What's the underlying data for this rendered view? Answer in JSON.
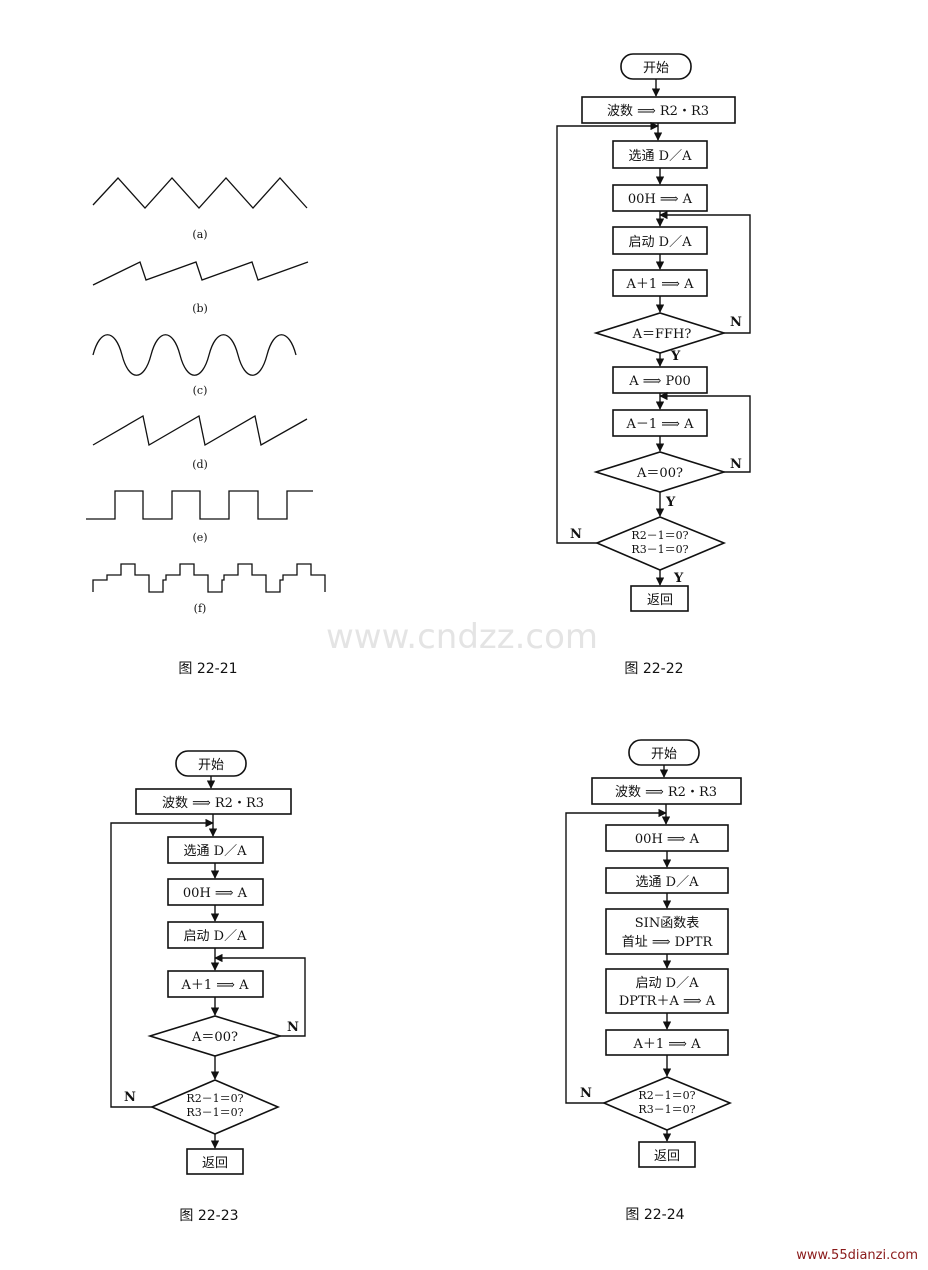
{
  "fig21": {
    "caption": "图 22-21",
    "labels": [
      "(a)",
      "(b)",
      "(c)",
      "(d)",
      "(e)",
      "(f)"
    ]
  },
  "fig22": {
    "caption": "图 22-22",
    "start": "开始",
    "s1": "波数 ⟹ R2・R3",
    "s2": "选通 D／A",
    "s3": "00H ⟹ A",
    "s4": "启动 D／A",
    "s5": "A＋1 ⟹ A",
    "d1": "A＝FFH?",
    "s6": "A ⟹ P00",
    "s7": "A－1 ⟹ A",
    "d2": "A＝00?",
    "d3a": "R2－1＝0?",
    "d3b": "R3－1＝0?",
    "end": "返回",
    "n1": "N",
    "y1": "Y",
    "n2": "N",
    "y2": "Y",
    "n3": "N",
    "y3": "Y"
  },
  "fig23": {
    "caption": "图 22-23",
    "start": "开始",
    "s1": "波数 ⟹ R2・R3",
    "s2": "选通 D／A",
    "s3": "00H ⟹ A",
    "s4": "启动 D／A",
    "s5": "A＋1 ⟹ A",
    "d1": "A＝00?",
    "d2a": "R2－1＝0?",
    "d2b": "R3－1＝0?",
    "end": "返回",
    "n1": "N",
    "n2": "N"
  },
  "fig24": {
    "caption": "图 22-24",
    "start": "开始",
    "s1": "波数 ⟹ R2・R3",
    "s2": "00H ⟹ A",
    "s3": "选通 D／A",
    "s4a": "SIN函数表",
    "s4b": "首址 ⟹ DPTR",
    "s5a": "启动 D／A",
    "s5b": "DPTR＋A ⟹ A",
    "s6": "A＋1 ⟹ A",
    "d1a": "R2－1＝0?",
    "d1b": "R3－1＝0?",
    "end": "返回",
    "n1": "N"
  },
  "watermark": "www.cndzz.com",
  "footer_url": "www.55dianzi.com"
}
